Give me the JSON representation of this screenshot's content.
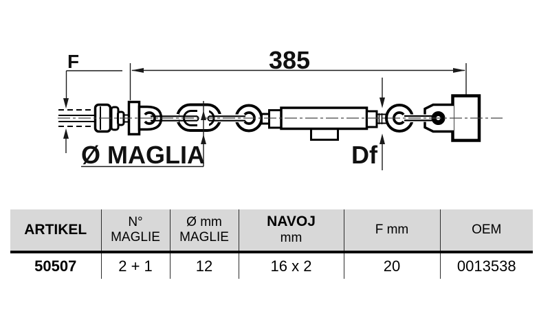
{
  "drawing": {
    "dim_total_length": "385",
    "label_f": "F",
    "label_link_dia": "Ø MAGLIA",
    "label_df": "Df"
  },
  "table": {
    "col_artikel": {
      "header": "ARTIKEL"
    },
    "col_n_maglie": {
      "header_line1": "N°",
      "header_line2": "MAGLIE"
    },
    "col_d_maglie": {
      "header_line1": "Ø mm",
      "header_line2": "MAGLIE"
    },
    "col_navoj": {
      "header_line1": "NAVOJ",
      "header_line2": "mm"
    },
    "col_f": {
      "header": "F mm"
    },
    "col_oem": {
      "header": "OEM"
    },
    "row": {
      "artikel": "50507",
      "n_maglie": "2 + 1",
      "d_mm_maglie": "12",
      "navoj_mm": "16 x 2",
      "f_mm": "20",
      "oem": "0013538"
    }
  },
  "colors": {
    "header_bg": "#d8d8d8",
    "line_color": "#000000"
  }
}
